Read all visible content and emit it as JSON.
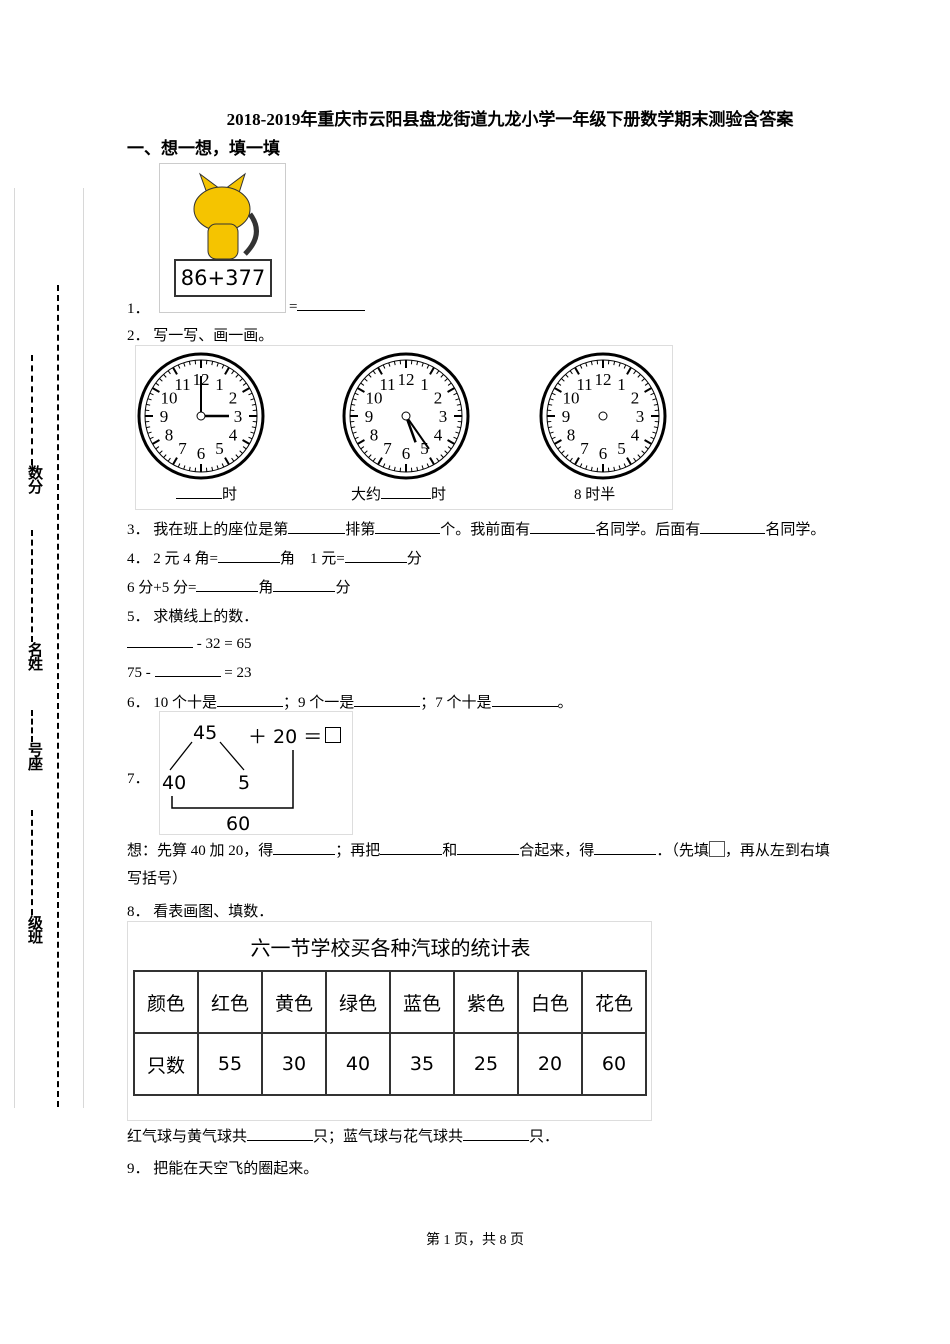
{
  "title": "2018-2019年重庆市云阳县盘龙街道九龙小学一年级下册数学期末测验含答案",
  "section1": "一、想一想，填一填",
  "sidebar": {
    "labels": [
      "数分",
      "名姓",
      "号座",
      "级班"
    ]
  },
  "q1": {
    "num": "1．",
    "expr": "86+377",
    "eq": "="
  },
  "q2": {
    "text": "2． 写一写、画一画。",
    "clock_labels": [
      "时",
      "大约",
      "时",
      "8 时半"
    ],
    "clock_numbers": [
      "12",
      "1",
      "2",
      "3",
      "4",
      "5",
      "6",
      "7",
      "8",
      "9",
      "10",
      "11"
    ]
  },
  "q3": {
    "parts": [
      "3． 我在班上的座位是第",
      "排第",
      "个。我前面有",
      "名同学。后面有",
      "名同学。"
    ]
  },
  "q4": {
    "line1": [
      "4． 2 元 4 角=",
      "角　1 元=",
      "分"
    ],
    "line2": [
      "6 分+5 分=",
      "角",
      "分"
    ]
  },
  "q5": {
    "text": "5． 求横线上的数．",
    "eq1": " - 32 = 65",
    "eq2a": "75 - ",
    "eq2b": " = 23"
  },
  "q6": {
    "parts": [
      "6． 10 个十是",
      "；9 个一是",
      "；7 个十是",
      "。"
    ]
  },
  "q7": {
    "num": "7．",
    "top": "45",
    "plus": "＋ 20 ＝",
    "left": "40",
    "right": "5",
    "bottom": "60",
    "hint": [
      "想：先算 40 加 20，得",
      "；再把",
      "和",
      "合起来，得",
      "．（先填",
      "，再从左到右填"
    ],
    "hint2": "写括号）"
  },
  "q8": {
    "text": "8． 看表画图、填数．",
    "table_title": "六一节学校买各种汽球的统计表",
    "headers": [
      "颜色",
      "红色",
      "黄色",
      "绿色",
      "蓝色",
      "紫色",
      "白色",
      "花色"
    ],
    "row": [
      "只数",
      "55",
      "30",
      "40",
      "35",
      "25",
      "20",
      "60"
    ],
    "question": [
      "红气球与黄气球共",
      "只；蓝气球与花气球共",
      "只．"
    ]
  },
  "q9": {
    "text": "9． 把能在天空飞的圈起来。"
  },
  "footer": "第 1 页，共 8 页"
}
